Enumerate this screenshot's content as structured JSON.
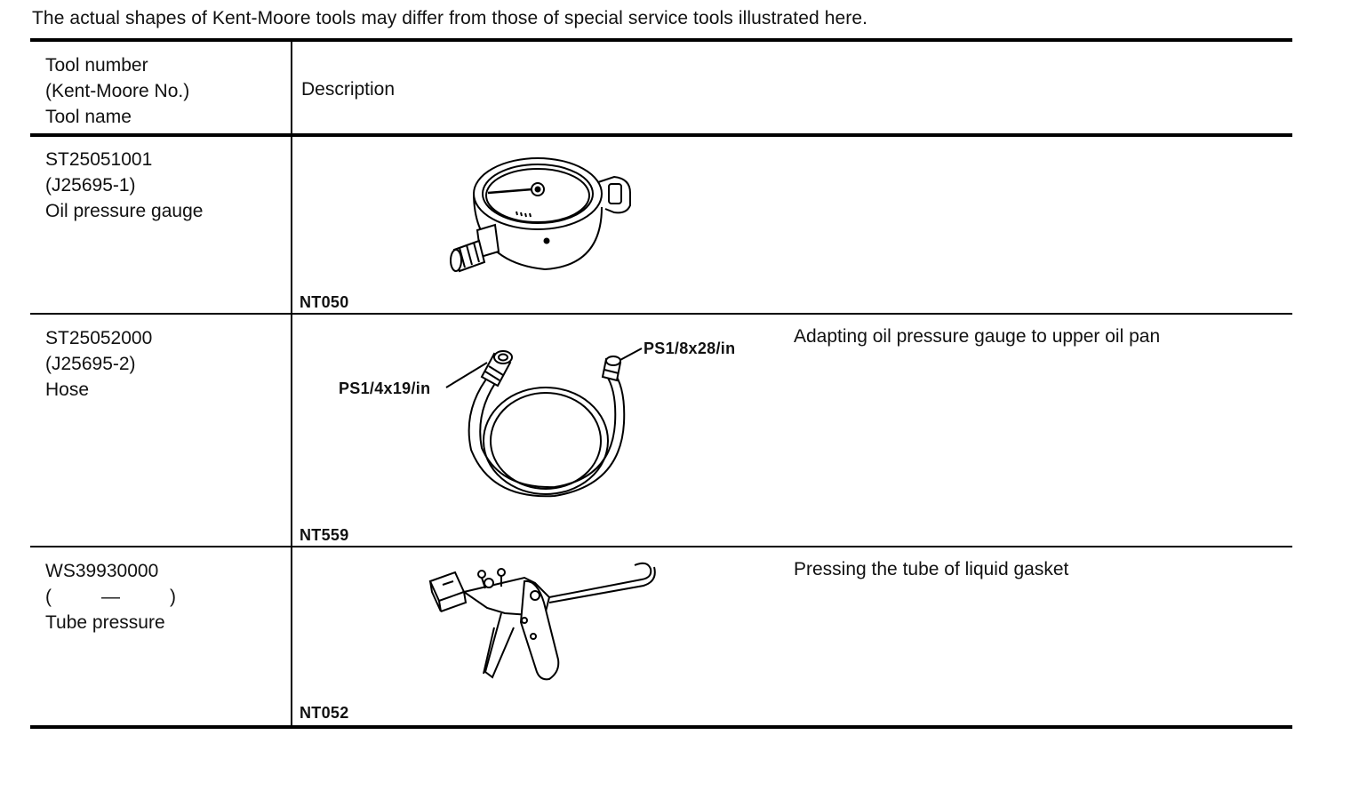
{
  "notice": "The actual shapes of Kent-Moore tools may differ from those of special service tools illustrated here.",
  "header": {
    "col1_lines": [
      "Tool number",
      "(Kent-Moore No.)",
      "Tool name"
    ],
    "col2": "Description"
  },
  "rows": [
    {
      "tool_number": "ST25051001",
      "kent_moore": "(J25695-1)",
      "tool_name": "Oil pressure gauge",
      "description": "",
      "figure_code": "NT050"
    },
    {
      "tool_number": "ST25052000",
      "kent_moore": "(J25695-2)",
      "tool_name": "Hose",
      "description": "Adapting oil pressure gauge to upper oil pan",
      "figure_code": "NT559",
      "callout_left": "PS1/4x19/in",
      "callout_right": "PS1/8x28/in"
    },
    {
      "tool_number": "WS39930000",
      "kent_moore_open": "(",
      "kent_moore_dash": "—",
      "kent_moore_close": ")",
      "tool_name": "Tube pressure",
      "description": "Pressing the tube of liquid gasket",
      "figure_code": "NT052"
    }
  ]
}
